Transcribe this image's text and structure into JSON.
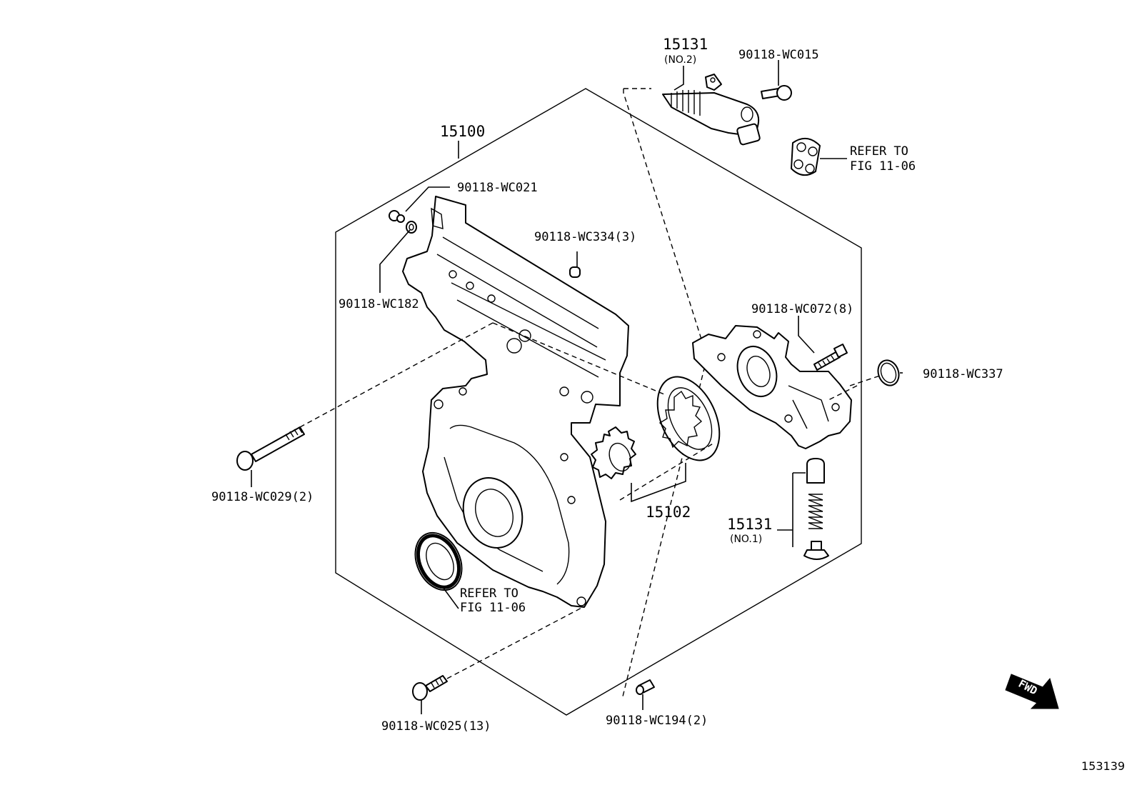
{
  "diagram_id": "153139",
  "fwd_label": "FWD",
  "labels": {
    "assembly_15100": "15100",
    "part_90118_WC021": "90118-WC021",
    "part_90118_WC182": "90118-WC182",
    "part_90118_WC334": "90118-WC334(3)",
    "part_15131_no2": "15131",
    "part_15131_no2_sub": "(NO.2)",
    "part_90118_WC015": "90118-WC015",
    "refer_top_1": "REFER TO",
    "refer_top_2": "FIG 11-06",
    "part_90118_WC072": "90118-WC072(8)",
    "part_90118_WC337": "90118-WC337",
    "part_90118_WC029": "90118-WC029(2)",
    "part_15102": "15102",
    "part_15131_no1": "15131",
    "part_15131_no1_sub": "(NO.1)",
    "refer_bottom_1": "REFER TO",
    "refer_bottom_2": "FIG 11-06",
    "part_90118_WC025": "90118-WC025(13)",
    "part_90118_WC194": "90118-WC194(2)"
  }
}
